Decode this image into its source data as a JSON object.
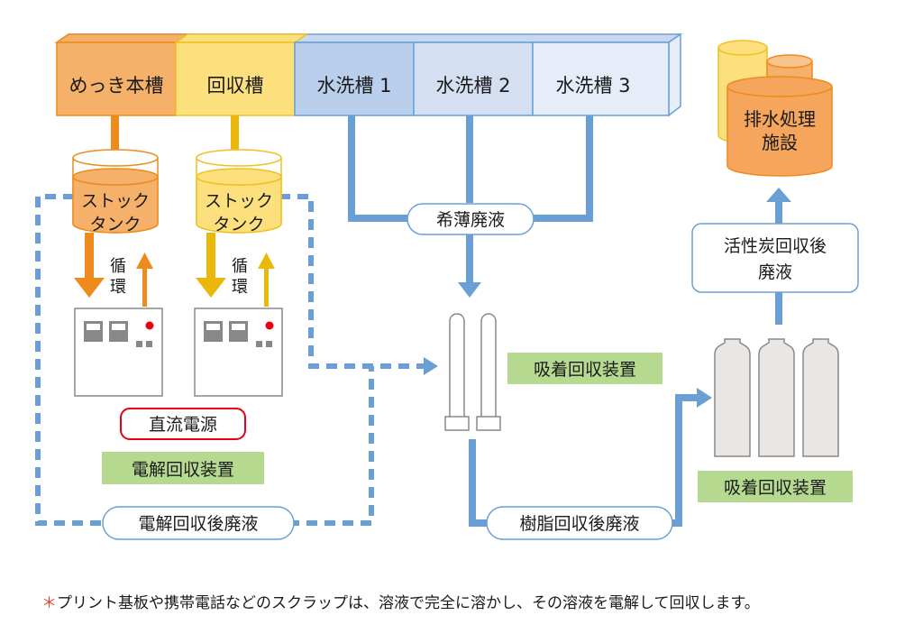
{
  "tanks": [
    {
      "id": "plating-main",
      "label": "めっき本槽",
      "fill": "#f5b06a",
      "stroke": "#ef8a1c"
    },
    {
      "id": "recovery",
      "label": "回収槽",
      "fill": "#fde07e",
      "stroke": "#f0c020"
    },
    {
      "id": "rinse-1",
      "label": "水洗槽 1",
      "fill": "#b9cfec",
      "stroke": "#6a9fd6"
    },
    {
      "id": "rinse-2",
      "label": "水洗槽 2",
      "fill": "#d4dff1",
      "stroke": "#6a9fd6"
    },
    {
      "id": "rinse-3",
      "label": "水洗槽 3",
      "fill": "#e6ecf8",
      "stroke": "#6a9fd6"
    }
  ],
  "stock_tanks": [
    {
      "label_line1": "ストック",
      "label_line2": "タンク",
      "fill": "#f5b06a",
      "stroke": "#ef8a1c"
    },
    {
      "label_line1": "ストック",
      "label_line2": "タンク",
      "fill": "#fde07e",
      "stroke": "#f0c020"
    }
  ],
  "circulation": {
    "line1": "循",
    "line2": "環"
  },
  "dc_power_label": "直流電源",
  "electrolytic_unit_label": "電解回収装置",
  "electrolytic_waste_label": "電解回収後廃液",
  "dilute_waste_label": "希薄廃液",
  "resin_adsorption_label": "吸着回収装置",
  "resin_waste_label": "樹脂回収後廃液",
  "carbon_adsorption_label": "吸着回収装置",
  "carbon_waste_label": {
    "line1": "活性炭回収後",
    "line2": "廃液"
  },
  "treatment_facility": {
    "line1": "排水処理",
    "line2": "施設"
  },
  "footnote": {
    "marker": "＊",
    "text": "プリント基板や携帯電話などのスクラップは、溶液で完全に溶かし、その溶液を電解して回収します。"
  },
  "colors": {
    "flow_blue": "#6a9fd6",
    "orange": "#ef8a1c",
    "yellow": "#e9b80a",
    "label_green": "#b5d98f",
    "dc_red": "#e60012",
    "device_gray": "#888888",
    "cylinder_fill": "#e9e6e3"
  }
}
